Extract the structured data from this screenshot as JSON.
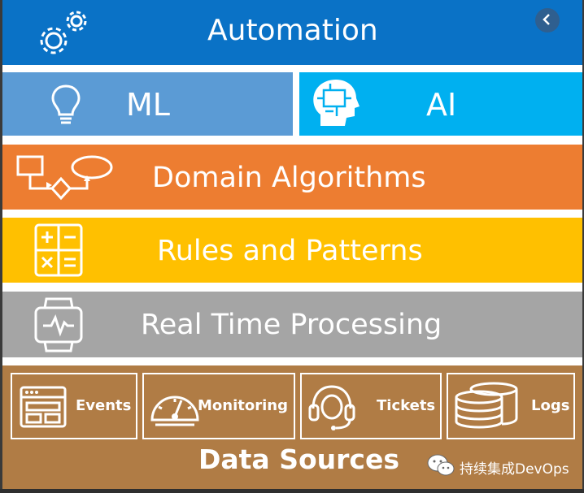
{
  "colors": {
    "automation": "#0a72c6",
    "ml": "#5b9bd5",
    "ai": "#00b0f0",
    "domain": "#ed7d31",
    "rules": "#ffc000",
    "realtime": "#a5a5a5",
    "data_sources": "#b07c45"
  },
  "layers": {
    "automation": {
      "label": "Automation",
      "icon": "gears-icon"
    },
    "ml": {
      "label": "ML",
      "icon": "lightbulb-icon"
    },
    "ai": {
      "label": "AI",
      "icon": "ai-head-icon"
    },
    "domain": {
      "label": "Domain Algorithms",
      "icon": "flowchart-icon"
    },
    "rules": {
      "label": "Rules and Patterns",
      "icon": "calculator-icon"
    },
    "realtime": {
      "label": "Real Time Processing",
      "icon": "smartwatch-icon"
    }
  },
  "data_sources": {
    "title": "Data Sources",
    "items": [
      {
        "label": "Events",
        "icon": "browser-window-icon"
      },
      {
        "label": "Monitoring",
        "icon": "gauge-icon"
      },
      {
        "label": "Tickets",
        "icon": "headset-icon"
      },
      {
        "label": "Logs",
        "icon": "database-icon"
      }
    ]
  },
  "watermark": {
    "text": "持续集成DevOps",
    "icon": "wechat-icon"
  },
  "nav": {
    "back_icon": "chevron-left-icon"
  }
}
